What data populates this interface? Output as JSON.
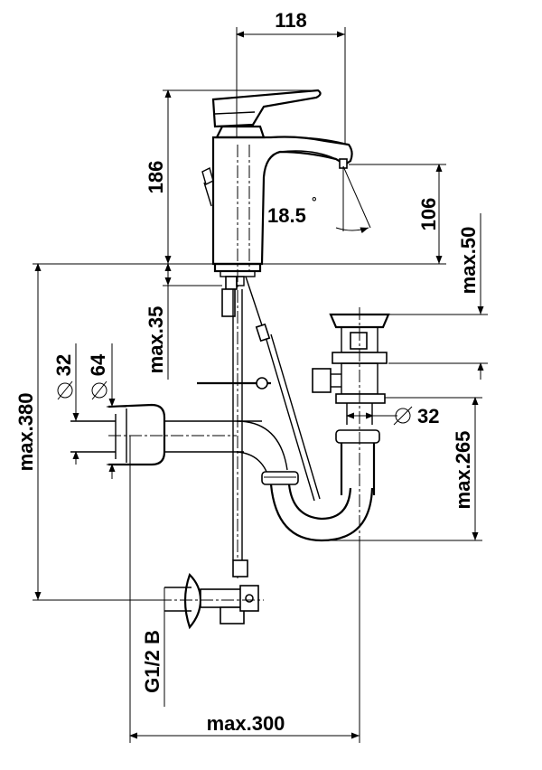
{
  "drawing": {
    "dimensions": {
      "spout_reach": "118",
      "total_height": "186",
      "angle": "18.5",
      "angle_unit": "°",
      "spout_height": "106",
      "max_50": "max.50",
      "max_35": "max.35",
      "max_380": "max.380",
      "dia_32_left": "32",
      "dia_64": "64",
      "dia_32_right": "32",
      "max_265": "max.265",
      "thread": "G1/2 B",
      "max_300": "max.300"
    }
  }
}
